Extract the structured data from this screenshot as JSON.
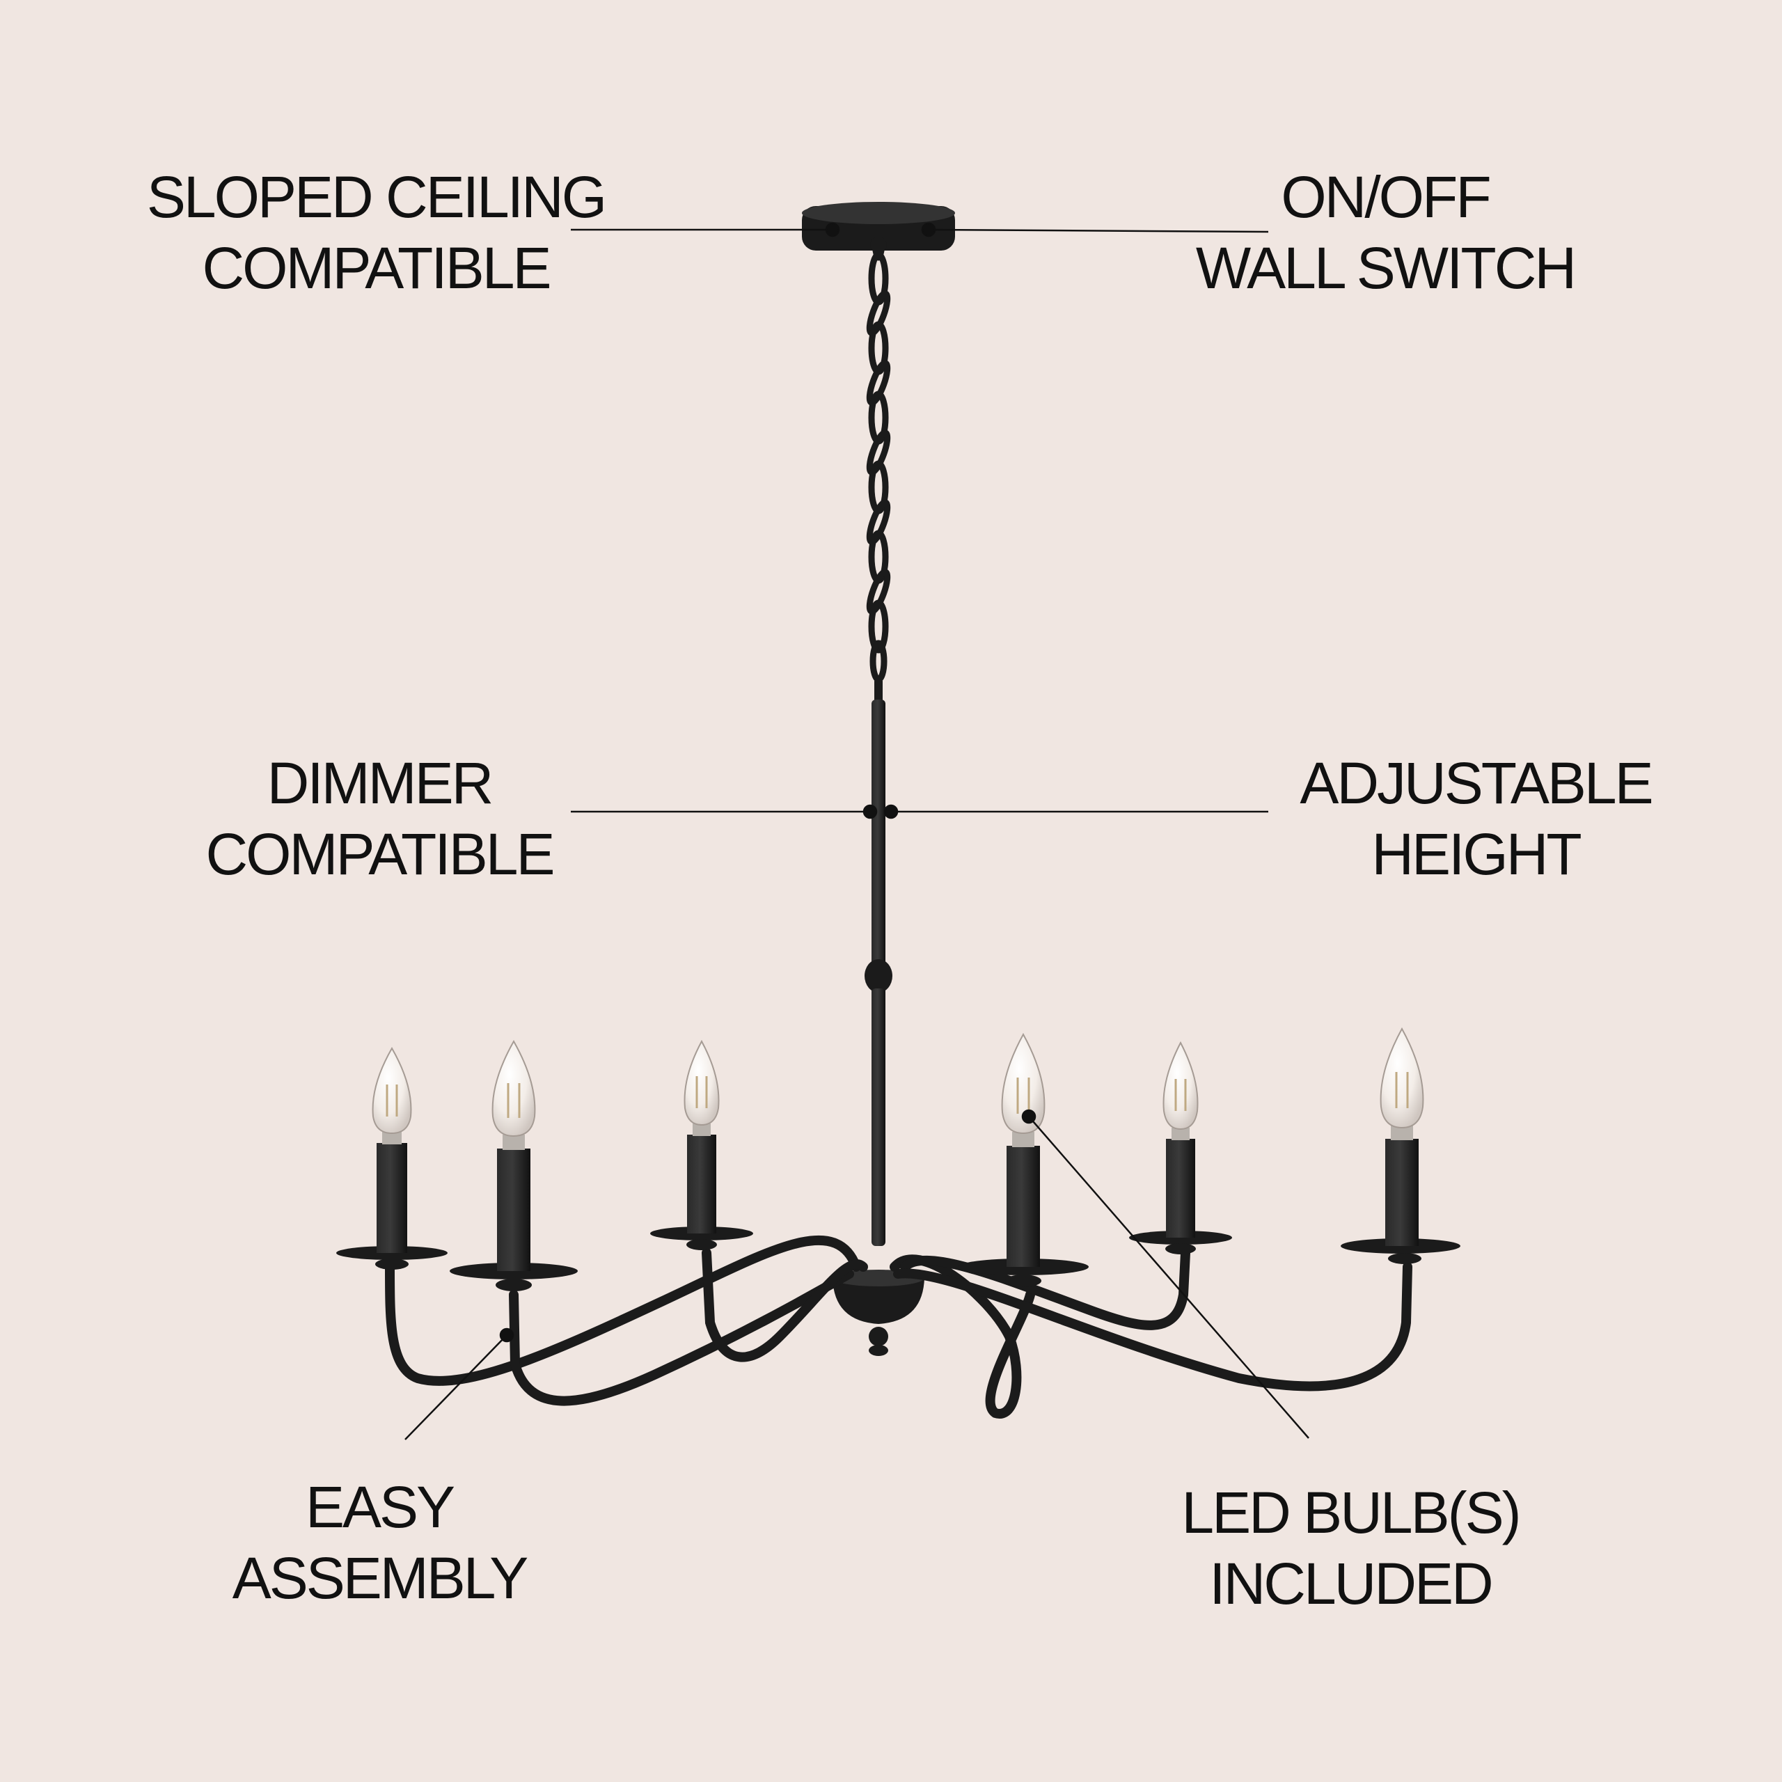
{
  "background": "#f0e6e1",
  "fixture_color": "#1b1b1b",
  "callouts": {
    "sloped_ceiling": {
      "line1": "SLOPED CEILING",
      "line2": "COMPATIBLE"
    },
    "wall_switch": {
      "line1": "ON/OFF",
      "line2": "WALL SWITCH"
    },
    "dimmer": {
      "line1": "DIMMER",
      "line2": "COMPATIBLE"
    },
    "adjustable_height": {
      "line1": "ADJUSTABLE",
      "line2": "HEIGHT"
    },
    "easy_assembly": {
      "line1": "EASY",
      "line2": "ASSEMBLY"
    },
    "led_bulbs": {
      "line1": "LED BULB(S)",
      "line2": "INCLUDED"
    }
  },
  "fixture": {
    "arms": 6,
    "bulb_type": "candelabra filament LED"
  }
}
